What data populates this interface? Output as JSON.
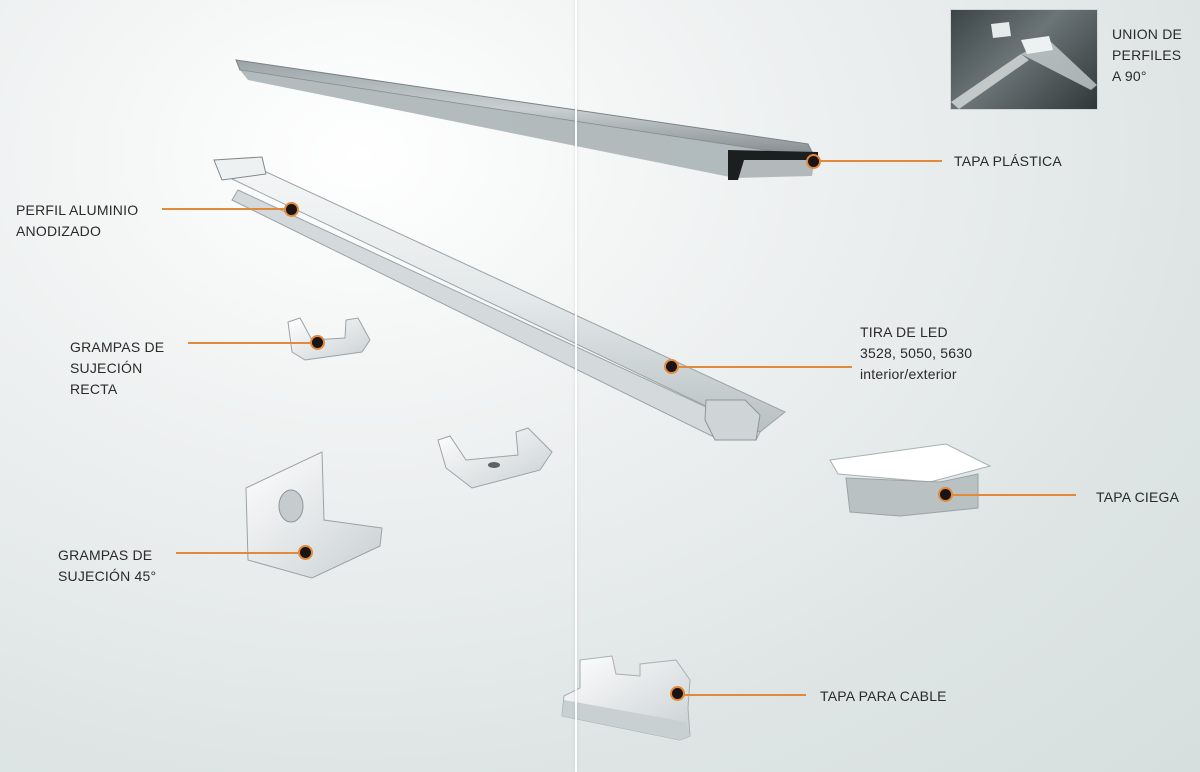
{
  "labels": {
    "union": [
      "UNION DE",
      "PERFILES",
      "A 90°"
    ],
    "tapa_plastica": [
      "TAPA PLÁSTICA"
    ],
    "perfil": [
      "PERFIL ALUMINIO",
      "ANODIZADO"
    ],
    "grampas_recta": [
      "GRAMPAS DE",
      "SUJECIÓN",
      "RECTA"
    ],
    "tira_led": [
      "TIRA DE LED",
      "3528, 5050, 5630",
      "interior/exterior"
    ],
    "tapa_ciega": [
      "TAPA CIEGA"
    ],
    "grampas_45": [
      "GRAMPAS DE",
      "SUJECIÓN 45°"
    ],
    "tapa_cable": [
      "TAPA PARA CABLE"
    ]
  },
  "colors": {
    "leader": "#e2893a",
    "dot": "#1a1414",
    "background": "#e6eaea"
  }
}
